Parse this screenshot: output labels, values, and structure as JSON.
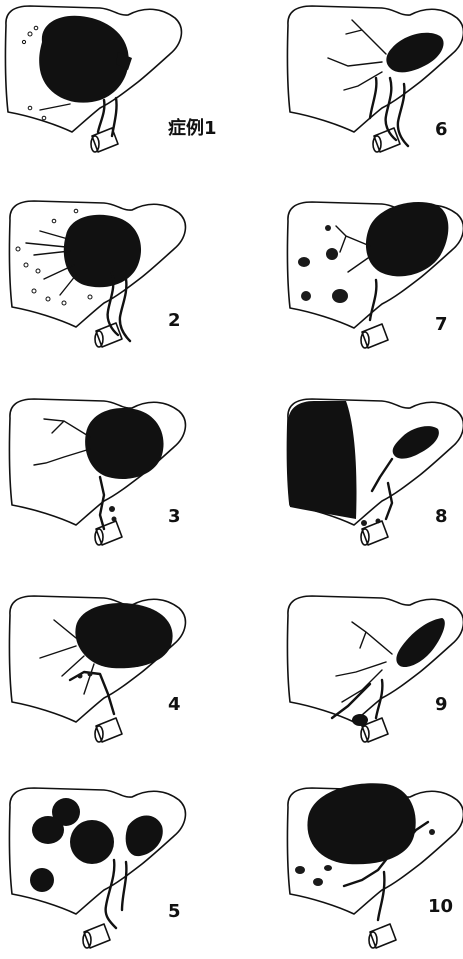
{
  "cases": [
    {
      "label": "症例1"
    },
    {
      "label": "2"
    },
    {
      "label": "3"
    },
    {
      "label": "4"
    },
    {
      "label": "5"
    },
    {
      "label": "6"
    },
    {
      "label": "7"
    },
    {
      "label": "8"
    },
    {
      "label": "9"
    },
    {
      "label": "10"
    }
  ]
}
